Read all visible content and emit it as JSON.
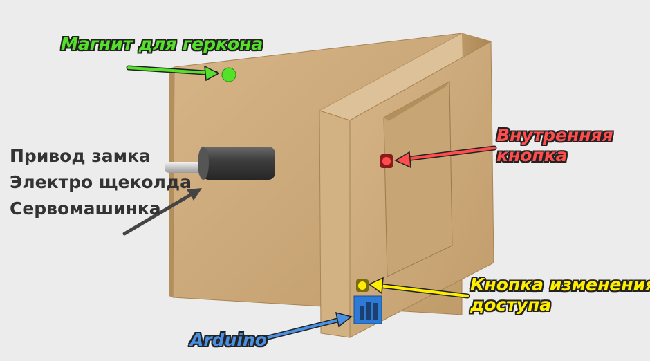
{
  "labels": {
    "magnet": "Магнит для геркона",
    "drive_line1": "Привод замка",
    "drive_line2": "Электро щеколда",
    "drive_line3": "Сервомашинка",
    "inner_line1": "Внутренняя",
    "inner_line2": "кнопка",
    "access_line1": "Кнопка изменения",
    "access_line2": "доступа",
    "arduino": "Arduino"
  },
  "colors": {
    "magnet": "#55e02a",
    "drive": "#3a3a3a",
    "inner_button": "#ff4d4d",
    "access_button": "#ffee00",
    "arduino": "#4a90e2",
    "wood": "#c9a577"
  }
}
